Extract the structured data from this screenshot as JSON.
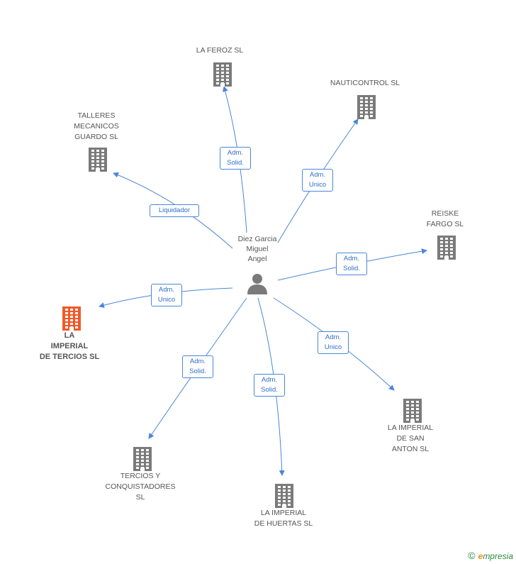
{
  "center": {
    "label": "Diez Garcia\nMiguel\nAngel",
    "icon": "person-icon"
  },
  "colors": {
    "edge": "#4a86d8",
    "building": "#7a7a7a",
    "main_building": "#f05a28"
  },
  "nodes": [
    {
      "id": "la-feroz",
      "label": "LA FEROZ SL",
      "icon": "building-icon"
    },
    {
      "id": "nauticontrol",
      "label": "NAUTICONTROL SL",
      "icon": "building-icon"
    },
    {
      "id": "talleres",
      "label": "TALLERES\nMECANICOS\nGUARDO SL",
      "icon": "building-icon"
    },
    {
      "id": "reiske",
      "label": "REISKE\nFARGO SL",
      "icon": "building-icon"
    },
    {
      "id": "la-imperial-tercios",
      "label": "LA\nIMPERIAL\nDE TERCIOS SL",
      "icon": "building-icon",
      "main": true
    },
    {
      "id": "la-imperial-san-anton",
      "label": "LA IMPERIAL\nDE SAN\nANTON SL",
      "icon": "building-icon"
    },
    {
      "id": "tercios-conquistadores",
      "label": "TERCIOS Y\nCONQUISTADORES\nSL",
      "icon": "building-icon"
    },
    {
      "id": "la-imperial-huertas",
      "label": "LA IMPERIAL\nDE HUERTAS SL",
      "icon": "building-icon"
    }
  ],
  "edges": [
    {
      "to": "la-feroz",
      "label": "Adm.\nSolid."
    },
    {
      "to": "nauticontrol",
      "label": "Adm.\nUnico"
    },
    {
      "to": "talleres",
      "label": "Liquidador"
    },
    {
      "to": "reiske",
      "label": "Adm.\nSolid."
    },
    {
      "to": "la-imperial-tercios",
      "label": "Adm.\nUnico"
    },
    {
      "to": "la-imperial-san-anton",
      "label": "Adm.\nUnico"
    },
    {
      "to": "tercios-conquistadores",
      "label": "Adm.\nSolid."
    },
    {
      "to": "la-imperial-huertas",
      "label": "Adm.\nSolid."
    }
  ],
  "footer": {
    "copyright": "©",
    "brand_e": "e",
    "brand_rest": "mpresia"
  }
}
